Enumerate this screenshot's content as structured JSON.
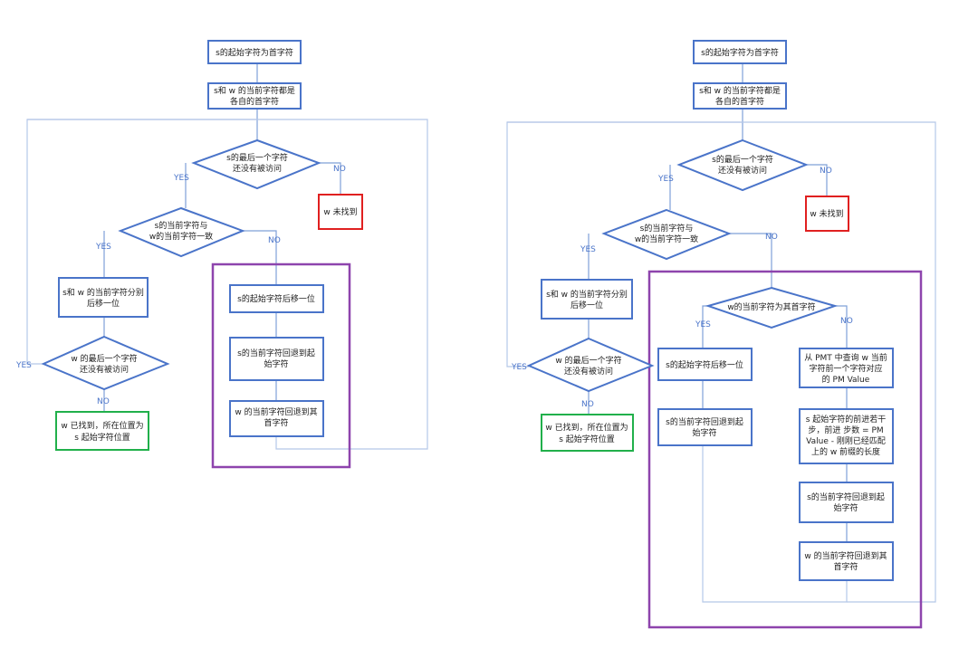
{
  "left": {
    "start": "s的起始字符为首字符",
    "init": [
      "s和 w 的当前字符都是",
      "各自的首字符"
    ],
    "cond1": [
      "s的最后一个字符",
      "还没有被访问"
    ],
    "not_found": "w 未找到",
    "cond2": [
      "s的当前字符与",
      "w的当前字符一致"
    ],
    "advance": [
      "s和 w 的当前字符分别",
      "后移一位"
    ],
    "cond3": [
      "w 的最后一个字符",
      "还没有被访问"
    ],
    "found": [
      "w 已找到，所在位置为",
      "s 起始字符位置"
    ],
    "mis1": "s的起始字符后移一位",
    "mis2": [
      "s的当前字符回退到起",
      "始字符"
    ],
    "mis3": [
      "w 的当前字符回退到其",
      "首字符"
    ]
  },
  "right": {
    "start": "s的起始字符为首字符",
    "init": [
      "s和 w 的当前字符都是",
      "各自的首字符"
    ],
    "cond1": [
      "s的最后一个字符",
      "还没有被访问"
    ],
    "not_found": "w 未找到",
    "cond2": [
      "s的当前字符与",
      "w的当前字符一致"
    ],
    "advance": [
      "s和 w 的当前字符分别",
      "后移一位"
    ],
    "cond3": [
      "w 的最后一个字符",
      "还没有被访问"
    ],
    "found": [
      "w 已找到，所在位置为",
      "s 起始字符位置"
    ],
    "cond4": "w的当前字符为其首字符",
    "yes_a": "s的起始字符后移一位",
    "yes_b": [
      "s的当前字符回退到起",
      "始字符"
    ],
    "no_a": [
      "从 PMT 中查询 w 当前",
      "字符前一个字符对应",
      "的 PM Value"
    ],
    "no_b": [
      "s 起始字符的前进若干",
      "步，前进 步数 = PM",
      "Value - 刚刚已经匹配",
      "上的 w 前缀的长度"
    ],
    "no_c": [
      "s的当前字符回退到起",
      "始字符"
    ],
    "no_d": [
      "w 的当前字符回退到其",
      "首字符"
    ]
  },
  "labels": {
    "yes": "YES",
    "no": "NO"
  },
  "colors": {
    "box": "#4a74c9",
    "not_found": "#e02020",
    "found": "#21b04b",
    "frame": "#8e44ad",
    "line": "#7fa0d8"
  }
}
